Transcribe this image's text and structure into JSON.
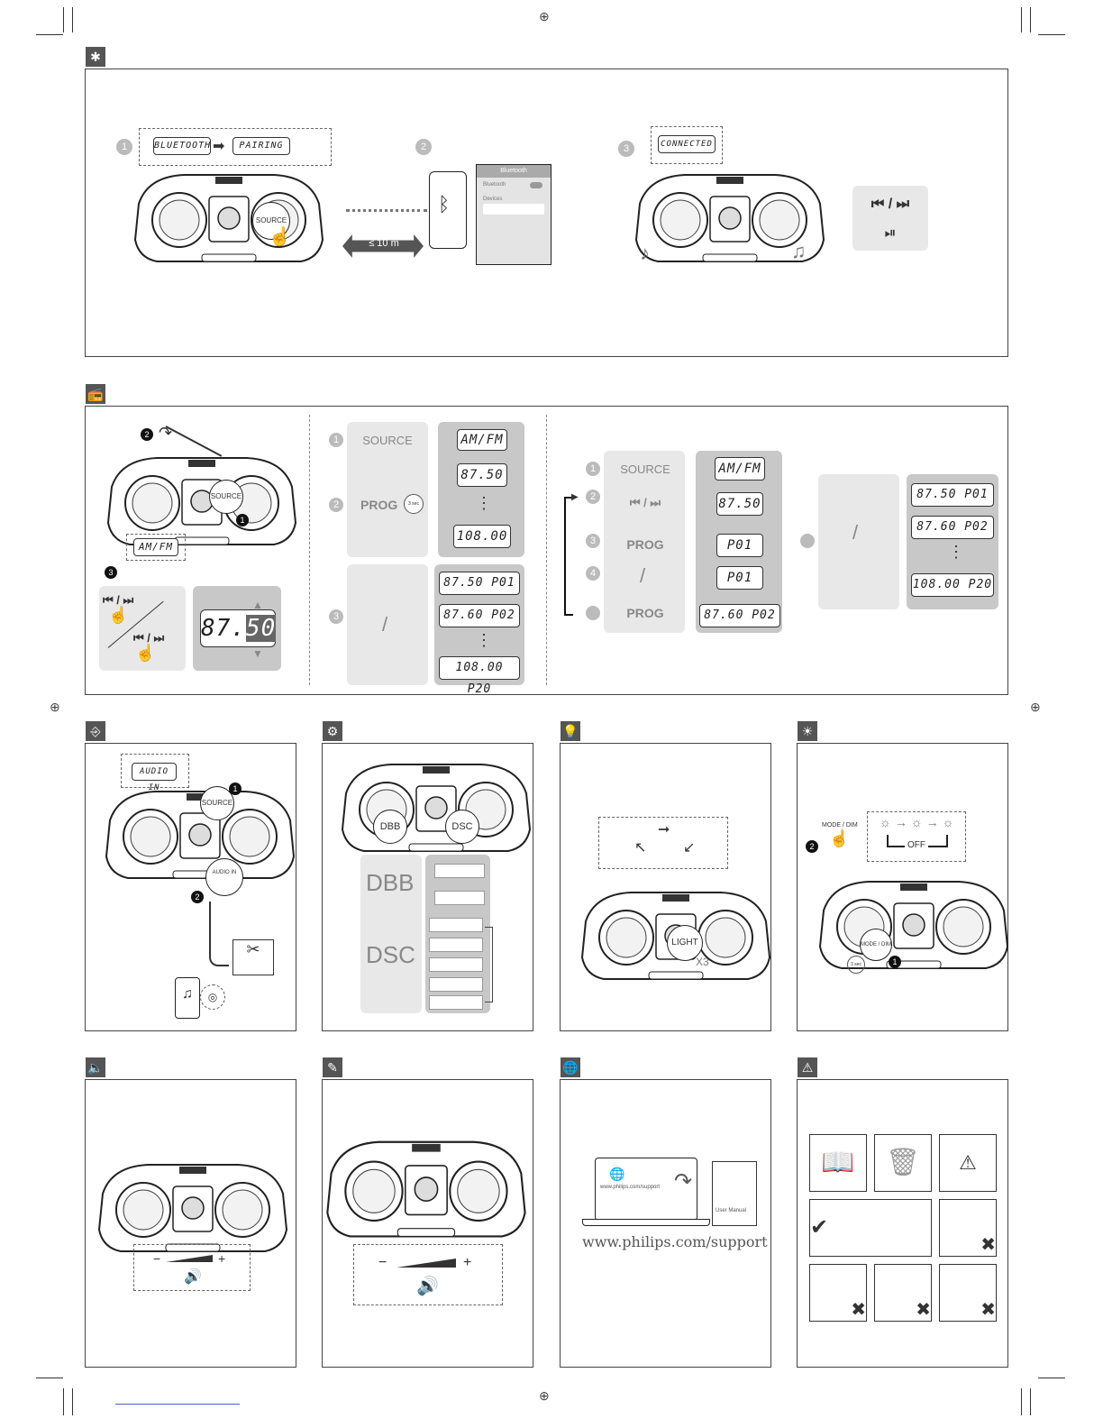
{
  "bluetooth": {
    "step1_lcd_a": "BLUETOOTH",
    "step1_lcd_b": "PAIRING",
    "source_label": "SOURCE",
    "distance": "≤ 10 m",
    "phone_header": "Bluetooth",
    "phone_toggle_label": "Bluetooth",
    "phone_devices_label": "Devices",
    "step3_lcd": "CONNECTED",
    "skip_label": "⏮ / ⏭",
    "playpause_label": "⏯"
  },
  "radio": {
    "lcd_band": "AM/FM",
    "source_label": "SOURCE",
    "freq_main": "87.",
    "freq_sub": "50",
    "prog_label": "PROG",
    "prog_hold": "3 sec",
    "freq_top": "87.50",
    "freq_end": "108.00",
    "preset_1": "87.50 P01",
    "preset_2": "87.60 P02",
    "preset_last": "108.00 P20",
    "skip_label": "⏮ / ⏭",
    "p01": "P01",
    "slash": "/",
    "ellipsis": "⋮"
  },
  "audio_in": {
    "lcd": "AUDIO IN",
    "source_label": "SOURCE",
    "jack_label": "AUDIO IN"
  },
  "sound": {
    "dbb_label": "DBB",
    "dsc_label": "DSC"
  },
  "light": {
    "light_label": "LIGHT",
    "times": "X3"
  },
  "dim": {
    "mode_label": "MODE / DIM",
    "off_label": "OFF",
    "hold": "3 sec"
  },
  "volume": {
    "minus": "−",
    "plus": "+"
  },
  "support": {
    "url": "www.philips.com/support",
    "small_url": "www.philips.com/support",
    "manual": "User Manual"
  }
}
